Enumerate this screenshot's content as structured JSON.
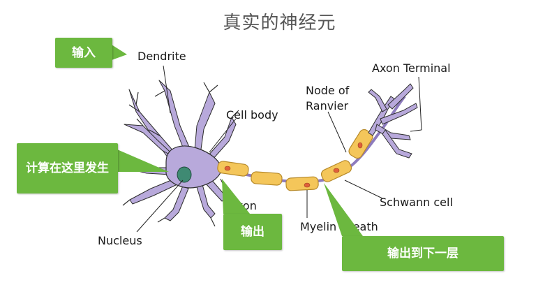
{
  "title": "真实的神经元",
  "labels": {
    "dendrite": "Dendrite",
    "cell_body": "Cell body",
    "node_of_ranvier_line1": "Node of",
    "node_of_ranvier_line2": "Ranvier",
    "axon_terminal": "Axon Terminal",
    "axon": "Axon",
    "nucleus": "Nucleus",
    "myelin_sheath": "Myelin sheath",
    "schwann_cell": "Schwann cell"
  },
  "callouts": {
    "input": "输入",
    "compute": "计算在这里发生",
    "output": "输出",
    "output_next_layer": "输出到下一层"
  },
  "colors": {
    "callout_green": "#6cb83f",
    "neuron_purple": "#b8a9db",
    "myelin_yellow": "#f4c65a",
    "nucleus_teal": "#3f8a73"
  }
}
